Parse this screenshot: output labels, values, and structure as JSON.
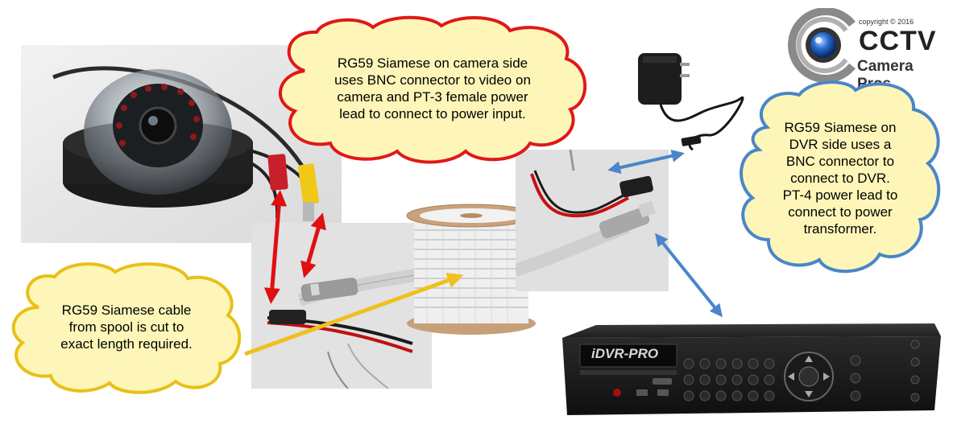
{
  "callouts": {
    "camera_side": {
      "lines": [
        "RG59 Siamese on camera side",
        "uses BNC connector to video on",
        "camera and PT-3 female power",
        "lead to connect to power input."
      ],
      "fill": "#fdf6b8",
      "stroke": "#e01818"
    },
    "dvr_side": {
      "lines": [
        "RG59 Siamese on",
        "DVR side uses a",
        "BNC connector to",
        "connect to DVR.",
        "PT-4 power lead to",
        "connect to power",
        "transformer."
      ],
      "fill": "#fdf6b8",
      "stroke": "#4a86c8"
    },
    "spool": {
      "lines": [
        "RG59 Siamese cable",
        "from spool is cut to",
        "exact length required."
      ],
      "fill": "#fdf6b8",
      "stroke": "#e8c018"
    }
  },
  "logo": {
    "copyright": "copyright © 2016",
    "line1": "CCTV",
    "line2": "Camera Pros"
  },
  "dvr": {
    "brand": "iDVR-PRO"
  },
  "colors": {
    "red_arrow": "#e01010",
    "blue_arrow": "#4a86c8",
    "yellow_arrow": "#f0c020"
  }
}
